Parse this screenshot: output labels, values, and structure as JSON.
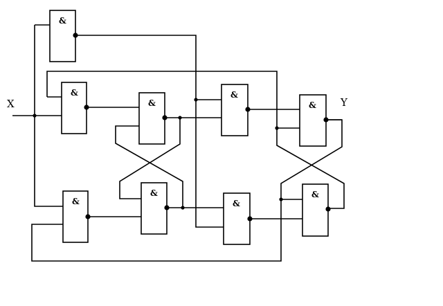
{
  "diagram": {
    "gate_symbol": "&",
    "input_label": "X",
    "output_label": "Y",
    "gates": [
      {
        "id": "g-top"
      },
      {
        "id": "g-l1-top"
      },
      {
        "id": "g-l1-bottom"
      },
      {
        "id": "g-l2-top"
      },
      {
        "id": "g-l2-bottom"
      },
      {
        "id": "g-l3-top"
      },
      {
        "id": "g-l3-bottom"
      },
      {
        "id": "g-l4-top"
      },
      {
        "id": "g-l4-bottom"
      }
    ]
  }
}
